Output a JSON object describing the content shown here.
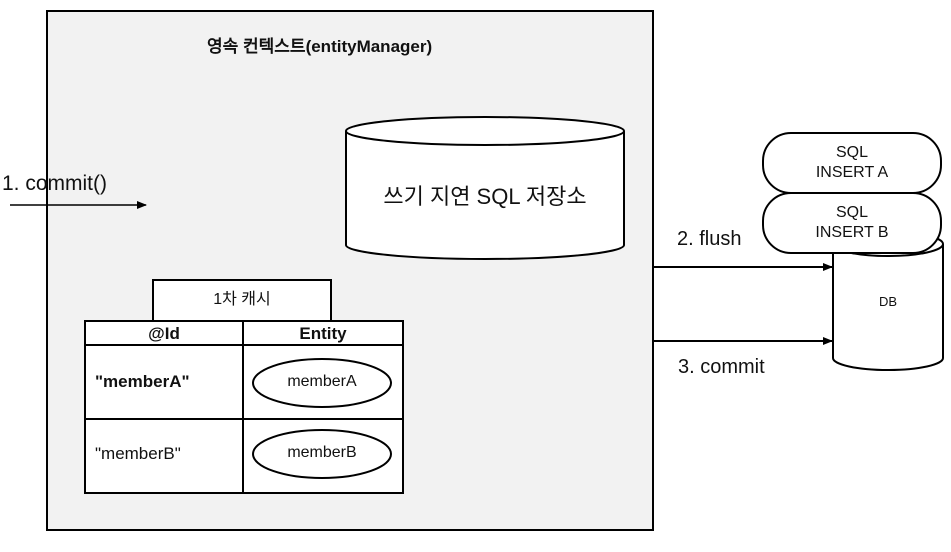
{
  "context": {
    "title": "영속 컨텍스트(entityManager)"
  },
  "write_store": {
    "label": "쓰기 지연 SQL 저장소"
  },
  "cache": {
    "tab_label": "1차 캐시",
    "headers": {
      "id": "@Id",
      "entity": "Entity"
    },
    "rows": [
      {
        "id": "\"memberA\"",
        "entity": "memberA"
      },
      {
        "id": "\"memberB\"",
        "entity": "memberB"
      }
    ]
  },
  "steps": {
    "commit_in": "1. commit()",
    "flush": "2. flush",
    "commit": "3. commit"
  },
  "db": {
    "label": "DB",
    "queued_sql": [
      {
        "line1": "SQL",
        "line2": "INSERT A"
      },
      {
        "line1": "SQL",
        "line2": "INSERT B"
      }
    ]
  },
  "colors": {
    "context_fill": "#f2f2f2",
    "stroke": "#000000",
    "background": "#ffffff"
  }
}
